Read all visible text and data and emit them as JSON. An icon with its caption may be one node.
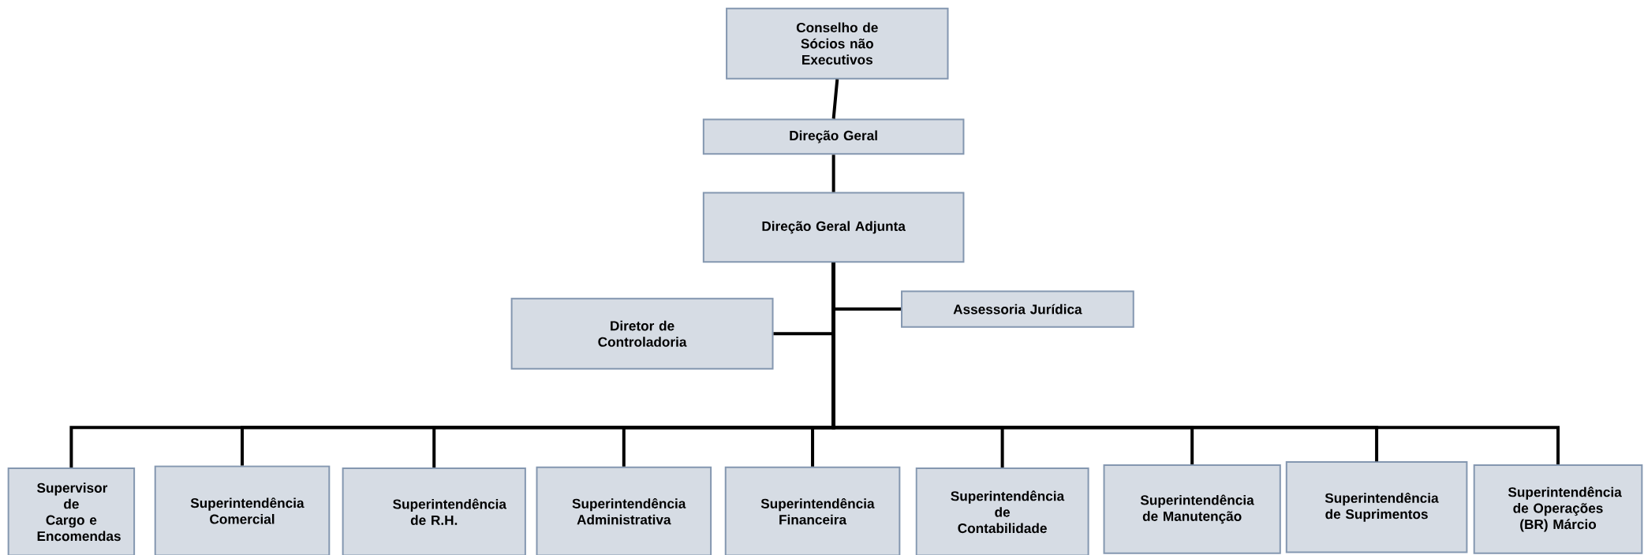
{
  "diagram": {
    "nodes": [
      {
        "text": [
          "Conselho de Sócios não Executivos"
        ]
      },
      {
        "text": [
          "Direção Geral"
        ]
      },
      {
        "text": [
          "Direção Geral Adjunta"
        ]
      },
      {
        "text": [
          "Diretor de Controladoria"
        ]
      },
      {
        "text": [
          "Assessoria Jurídica"
        ]
      },
      {
        "text": [
          "Supervisor de Cargo e Encomendas"
        ]
      },
      {
        "text": [
          "Superintendência Comercial"
        ]
      },
      {
        "text": [
          "Superintendência de R.H."
        ]
      },
      {
        "text": [
          "Superintendência Administrativa"
        ]
      },
      {
        "text": [
          "Superintendência Financeira"
        ]
      },
      {
        "text": [
          "Superintendência de Contabilidade"
        ]
      },
      {
        "text": [
          "Superintendência de Manutenção"
        ]
      },
      {
        "text": [
          "Superintendência de Suprimentos"
        ]
      },
      {
        "text": [
          "Superintendência de Operações (BR) Márcio"
        ]
      }
    ],
    "edges": [
      {
        "from": 0,
        "to": 1,
        "arrow": "none"
      },
      {
        "from": 1,
        "to": 2,
        "arrow": "none"
      },
      {
        "from": 2,
        "to": 3,
        "arrow": "none"
      },
      {
        "from": 2,
        "to": 4,
        "arrow": "none"
      },
      {
        "from": 2,
        "to": 5,
        "arrow": "none"
      },
      {
        "from": 2,
        "to": 6,
        "arrow": "none"
      },
      {
        "from": 2,
        "to": 7,
        "arrow": "none"
      },
      {
        "from": 2,
        "to": 8,
        "arrow": "none"
      },
      {
        "from": 2,
        "to": 9,
        "arrow": "none"
      },
      {
        "from": 2,
        "to": 10,
        "arrow": "none"
      },
      {
        "from": 2,
        "to": 11,
        "arrow": "none"
      },
      {
        "from": 2,
        "to": 12,
        "arrow": "none"
      },
      {
        "from": 2,
        "to": 13,
        "arrow": "none"
      }
    ]
  }
}
